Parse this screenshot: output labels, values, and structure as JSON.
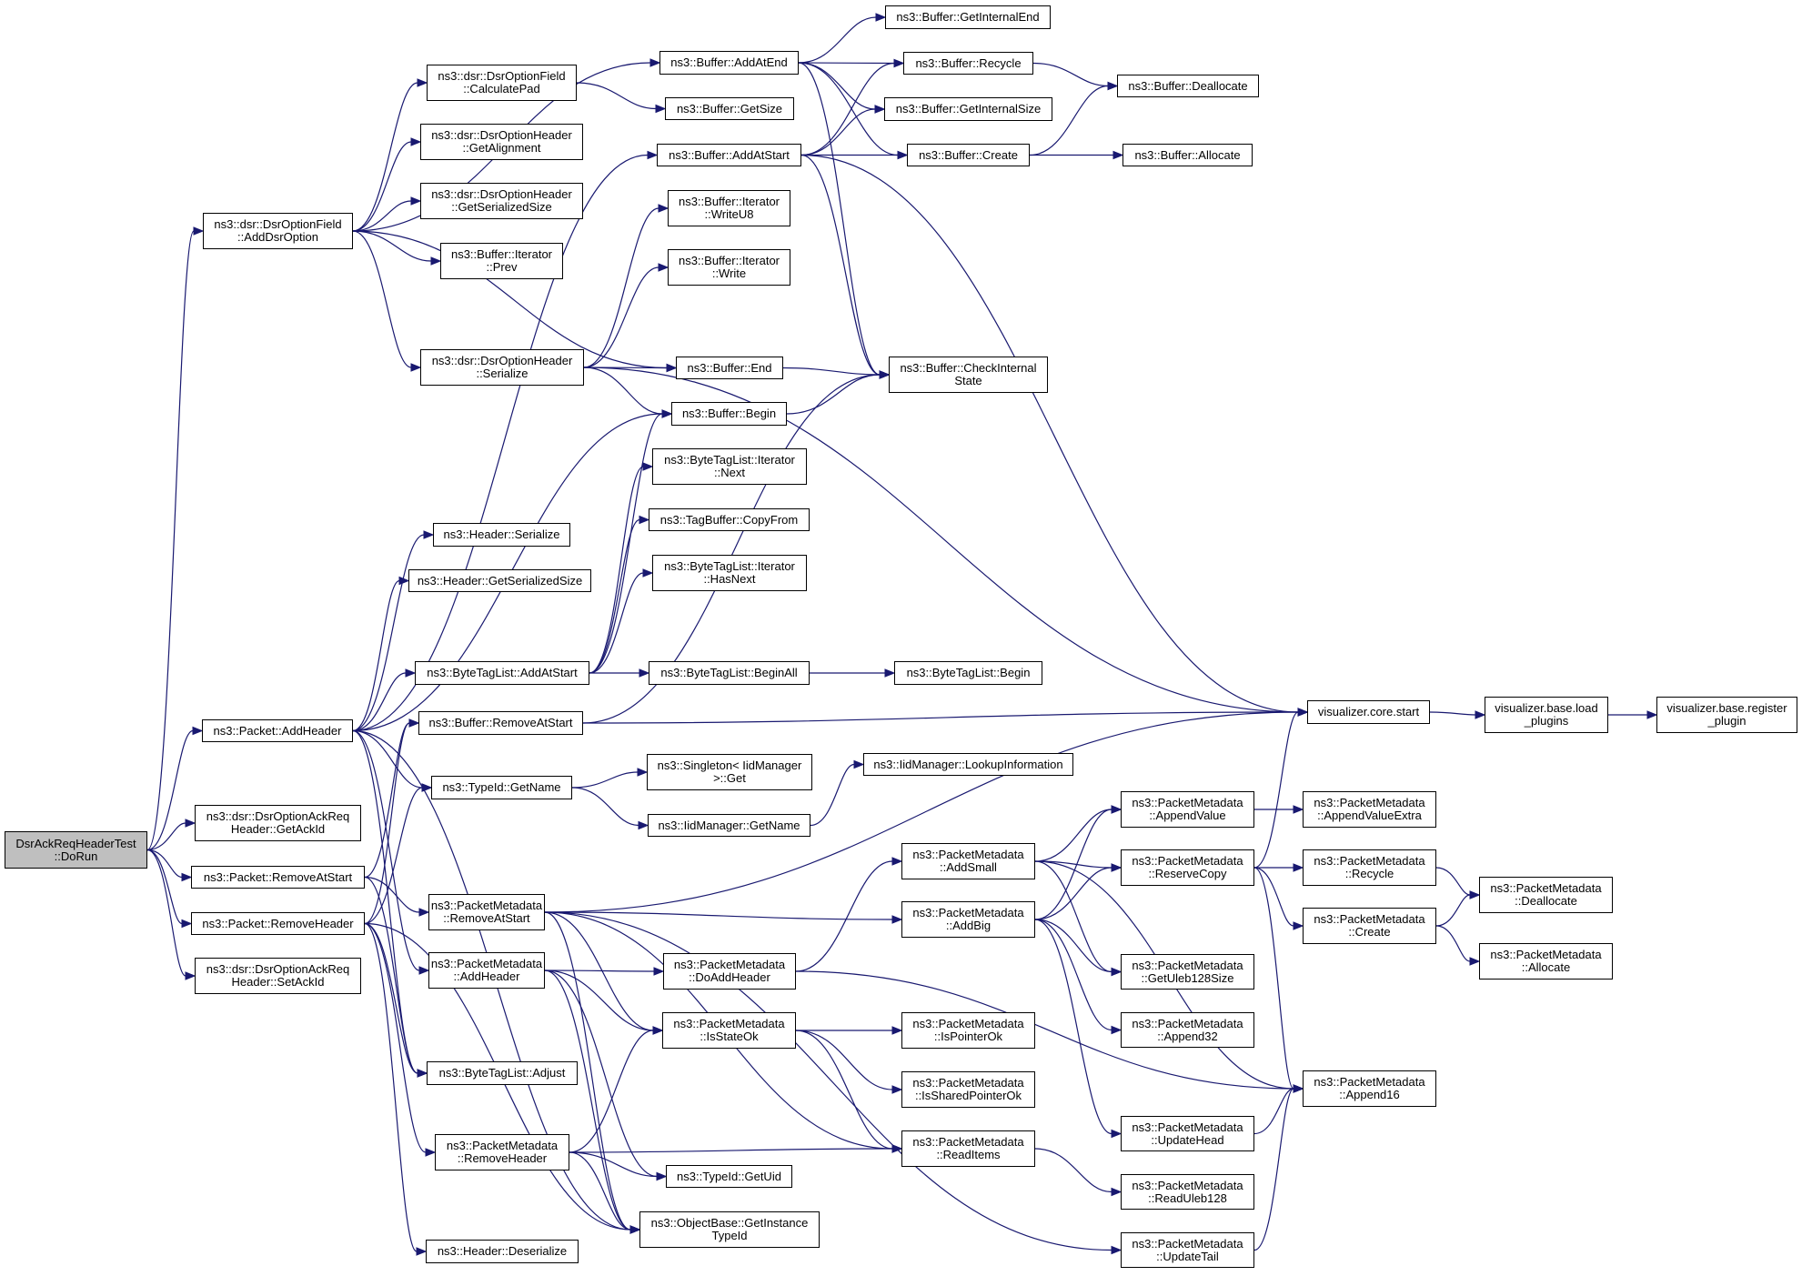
{
  "graph": {
    "title": "DsrAckReqHeaderTest::DoRun call graph",
    "colors": {
      "edge": "#191970",
      "node_border": "#000000",
      "root_fill": "#bfbfbf",
      "node_fill": "#ffffff"
    },
    "nodes": [
      {
        "id": "dorun",
        "label": "DsrAckReqHeaderTest\n::DoRun",
        "root": true
      },
      {
        "id": "adddsroption",
        "label": "ns3::dsr::DsrOptionField\n::AddDsrOption"
      },
      {
        "id": "pkt_addheader",
        "label": "ns3::Packet::AddHeader"
      },
      {
        "id": "getackid",
        "label": "ns3::dsr::DsrOptionAckReq\nHeader::GetAckId"
      },
      {
        "id": "pkt_removeatstart",
        "label": "ns3::Packet::RemoveAtStart"
      },
      {
        "id": "pkt_removeheader",
        "label": "ns3::Packet::RemoveHeader"
      },
      {
        "id": "setackid",
        "label": "ns3::dsr::DsrOptionAckReq\nHeader::SetAckId"
      },
      {
        "id": "calculatepad",
        "label": "ns3::dsr::DsrOptionField\n::CalculatePad"
      },
      {
        "id": "getalignment",
        "label": "ns3::dsr::DsrOptionHeader\n::GetAlignment"
      },
      {
        "id": "dsr_getserializedsize",
        "label": "ns3::dsr::DsrOptionHeader\n::GetSerializedSize"
      },
      {
        "id": "iter_prev",
        "label": "ns3::Buffer::Iterator\n::Prev"
      },
      {
        "id": "dsr_serialize",
        "label": "ns3::dsr::DsrOptionHeader\n::Serialize"
      },
      {
        "id": "hdr_serialize",
        "label": "ns3::Header::Serialize"
      },
      {
        "id": "hdr_getserializedsize",
        "label": "ns3::Header::GetSerializedSize"
      },
      {
        "id": "btl_addatstart",
        "label": "ns3::ByteTagList::AddAtStart"
      },
      {
        "id": "buf_removeatstart",
        "label": "ns3::Buffer::RemoveAtStart"
      },
      {
        "id": "typeid_getname",
        "label": "ns3::TypeId::GetName"
      },
      {
        "id": "pm_removeatstart",
        "label": "ns3::PacketMetadata\n::RemoveAtStart"
      },
      {
        "id": "pm_addheader",
        "label": "ns3::PacketMetadata\n::AddHeader"
      },
      {
        "id": "btl_adjust",
        "label": "ns3::ByteTagList::Adjust"
      },
      {
        "id": "pm_removeheader",
        "label": "ns3::PacketMetadata\n::RemoveHeader"
      },
      {
        "id": "hdr_deserialize",
        "label": "ns3::Header::Deserialize"
      },
      {
        "id": "buf_addatend",
        "label": "ns3::Buffer::AddAtEnd"
      },
      {
        "id": "buf_getsize",
        "label": "ns3::Buffer::GetSize"
      },
      {
        "id": "buf_addatstart",
        "label": "ns3::Buffer::AddAtStart"
      },
      {
        "id": "iter_writeu8",
        "label": "ns3::Buffer::Iterator\n::WriteU8"
      },
      {
        "id": "iter_write",
        "label": "ns3::Buffer::Iterator\n::Write"
      },
      {
        "id": "buf_end",
        "label": "ns3::Buffer::End"
      },
      {
        "id": "buf_begin",
        "label": "ns3::Buffer::Begin"
      },
      {
        "id": "btliter_next",
        "label": "ns3::ByteTagList::Iterator\n::Next"
      },
      {
        "id": "tagbuffer_copyfrom",
        "label": "ns3::TagBuffer::CopyFrom"
      },
      {
        "id": "btliter_hasnext",
        "label": "ns3::ByteTagList::Iterator\n::HasNext"
      },
      {
        "id": "btl_beginall",
        "label": "ns3::ByteTagList::BeginAll"
      },
      {
        "id": "singleton_get",
        "label": "ns3::Singleton< IidManager\n>::Get"
      },
      {
        "id": "iid_getname",
        "label": "ns3::IidManager::GetName"
      },
      {
        "id": "pm_doaddheader",
        "label": "ns3::PacketMetadata\n::DoAddHeader"
      },
      {
        "id": "pm_isstateok",
        "label": "ns3::PacketMetadata\n::IsStateOk"
      },
      {
        "id": "typeid_getuid",
        "label": "ns3::TypeId::GetUid"
      },
      {
        "id": "getinstancetypeid",
        "label": "ns3::ObjectBase::GetInstance\nTypeId"
      },
      {
        "id": "buf_getinternalend",
        "label": "ns3::Buffer::GetInternalEnd"
      },
      {
        "id": "buf_recycle",
        "label": "ns3::Buffer::Recycle"
      },
      {
        "id": "buf_getinternalsize",
        "label": "ns3::Buffer::GetInternalSize"
      },
      {
        "id": "buf_create",
        "label": "ns3::Buffer::Create"
      },
      {
        "id": "buf_checkinternalstate",
        "label": "ns3::Buffer::CheckInternal\nState"
      },
      {
        "id": "btl_begin",
        "label": "ns3::ByteTagList::Begin"
      },
      {
        "id": "iid_lookupinformation",
        "label": "ns3::IidManager::LookupInformation"
      },
      {
        "id": "pm_addsmall",
        "label": "ns3::PacketMetadata\n::AddSmall"
      },
      {
        "id": "pm_addbig",
        "label": "ns3::PacketMetadata\n::AddBig"
      },
      {
        "id": "pm_ispointerok",
        "label": "ns3::PacketMetadata\n::IsPointerOk"
      },
      {
        "id": "pm_issharedpointerok",
        "label": "ns3::PacketMetadata\n::IsSharedPointerOk"
      },
      {
        "id": "pm_readitems",
        "label": "ns3::PacketMetadata\n::ReadItems"
      },
      {
        "id": "buf_deallocate",
        "label": "ns3::Buffer::Deallocate"
      },
      {
        "id": "buf_allocate",
        "label": "ns3::Buffer::Allocate"
      },
      {
        "id": "pm_appendvalue",
        "label": "ns3::PacketMetadata\n::AppendValue"
      },
      {
        "id": "pm_reservecopy",
        "label": "ns3::PacketMetadata\n::ReserveCopy"
      },
      {
        "id": "pm_getuleb128size",
        "label": "ns3::PacketMetadata\n::GetUleb128Size"
      },
      {
        "id": "pm_append32",
        "label": "ns3::PacketMetadata\n::Append32"
      },
      {
        "id": "pm_updatehead",
        "label": "ns3::PacketMetadata\n::UpdateHead"
      },
      {
        "id": "pm_readuleb128",
        "label": "ns3::PacketMetadata\n::ReadUleb128"
      },
      {
        "id": "pm_updatetail",
        "label": "ns3::PacketMetadata\n::UpdateTail"
      },
      {
        "id": "vis_core_start",
        "label": "visualizer.core.start"
      },
      {
        "id": "pm_appendvalueextra",
        "label": "ns3::PacketMetadata\n::AppendValueExtra"
      },
      {
        "id": "pm_recycle",
        "label": "ns3::PacketMetadata\n::Recycle"
      },
      {
        "id": "pm_create",
        "label": "ns3::PacketMetadata\n::Create"
      },
      {
        "id": "pm_append16",
        "label": "ns3::PacketMetadata\n::Append16"
      },
      {
        "id": "vis_load_plugins",
        "label": "visualizer.base.load\n_plugins"
      },
      {
        "id": "vis_register_plugin",
        "label": "visualizer.base.register\n_plugin"
      },
      {
        "id": "pm_deallocate",
        "label": "ns3::PacketMetadata\n::Deallocate"
      },
      {
        "id": "pm_allocate",
        "label": "ns3::PacketMetadata\n::Allocate"
      }
    ],
    "edges": [
      [
        "dorun",
        "adddsroption"
      ],
      [
        "dorun",
        "pkt_addheader"
      ],
      [
        "dorun",
        "getackid"
      ],
      [
        "dorun",
        "pkt_removeatstart"
      ],
      [
        "dorun",
        "pkt_removeheader"
      ],
      [
        "dorun",
        "setackid"
      ],
      [
        "adddsroption",
        "buf_addatend"
      ],
      [
        "adddsroption",
        "calculatepad"
      ],
      [
        "adddsroption",
        "getalignment"
      ],
      [
        "adddsroption",
        "dsr_getserializedsize"
      ],
      [
        "adddsroption",
        "iter_prev"
      ],
      [
        "adddsroption",
        "dsr_serialize"
      ],
      [
        "adddsroption",
        "buf_end"
      ],
      [
        "calculatepad",
        "buf_getsize"
      ],
      [
        "dsr_serialize",
        "iter_writeu8"
      ],
      [
        "dsr_serialize",
        "iter_write"
      ],
      [
        "dsr_serialize",
        "buf_end"
      ],
      [
        "dsr_serialize",
        "buf_begin"
      ],
      [
        "dsr_serialize",
        "vis_core_start"
      ],
      [
        "pkt_addheader",
        "buf_addatstart"
      ],
      [
        "pkt_addheader",
        "buf_begin"
      ],
      [
        "pkt_addheader",
        "hdr_serialize"
      ],
      [
        "pkt_addheader",
        "hdr_getserializedsize"
      ],
      [
        "pkt_addheader",
        "btl_addatstart"
      ],
      [
        "pkt_addheader",
        "typeid_getname"
      ],
      [
        "pkt_addheader",
        "pm_addheader"
      ],
      [
        "pkt_addheader",
        "btl_adjust"
      ],
      [
        "pkt_addheader",
        "getinstancetypeid"
      ],
      [
        "pkt_removeatstart",
        "buf_removeatstart"
      ],
      [
        "pkt_removeatstart",
        "pm_removeatstart"
      ],
      [
        "pkt_removeatstart",
        "btl_adjust"
      ],
      [
        "pkt_removeheader",
        "buf_removeatstart"
      ],
      [
        "pkt_removeheader",
        "typeid_getname"
      ],
      [
        "pkt_removeheader",
        "btl_adjust"
      ],
      [
        "pkt_removeheader",
        "pm_removeheader"
      ],
      [
        "pkt_removeheader",
        "hdr_deserialize"
      ],
      [
        "pkt_removeheader",
        "getinstancetypeid"
      ],
      [
        "btl_addatstart",
        "btliter_next"
      ],
      [
        "btl_addatstart",
        "tagbuffer_copyfrom"
      ],
      [
        "btl_addatstart",
        "btliter_hasnext"
      ],
      [
        "btl_addatstart",
        "btl_beginall"
      ],
      [
        "btl_addatstart",
        "buf_begin"
      ],
      [
        "btl_beginall",
        "btl_begin"
      ],
      [
        "buf_removeatstart",
        "buf_checkinternalstate"
      ],
      [
        "buf_removeatstart",
        "vis_core_start"
      ],
      [
        "typeid_getname",
        "singleton_get"
      ],
      [
        "typeid_getname",
        "iid_getname"
      ],
      [
        "iid_getname",
        "iid_lookupinformation"
      ],
      [
        "pm_removeatstart",
        "vis_core_start"
      ],
      [
        "pm_removeatstart",
        "pm_addbig"
      ],
      [
        "pm_removeatstart",
        "pm_isstateok"
      ],
      [
        "pm_removeatstart",
        "pm_readitems"
      ],
      [
        "pm_removeatstart",
        "pm_updatetail"
      ],
      [
        "pm_removeatstart",
        "getinstancetypeid"
      ],
      [
        "pm_addheader",
        "pm_doaddheader"
      ],
      [
        "pm_addheader",
        "pm_isstateok"
      ],
      [
        "pm_addheader",
        "typeid_getuid"
      ],
      [
        "pm_addheader",
        "getinstancetypeid"
      ],
      [
        "pm_removeheader",
        "pm_isstateok"
      ],
      [
        "pm_removeheader",
        "typeid_getuid"
      ],
      [
        "pm_removeheader",
        "getinstancetypeid"
      ],
      [
        "pm_removeheader",
        "pm_readitems"
      ],
      [
        "pm_doaddheader",
        "pm_addsmall"
      ],
      [
        "pm_doaddheader",
        "pm_append16"
      ],
      [
        "pm_isstateok",
        "pm_ispointerok"
      ],
      [
        "pm_isstateok",
        "pm_issharedpointerok"
      ],
      [
        "pm_isstateok",
        "pm_readitems"
      ],
      [
        "pm_readitems",
        "pm_readuleb128"
      ],
      [
        "buf_addatend",
        "buf_getinternalend"
      ],
      [
        "buf_addatend",
        "buf_recycle"
      ],
      [
        "buf_addatend",
        "buf_getinternalsize"
      ],
      [
        "buf_addatend",
        "buf_create"
      ],
      [
        "buf_addatend",
        "buf_checkinternalstate"
      ],
      [
        "buf_addatstart",
        "buf_recycle"
      ],
      [
        "buf_addatstart",
        "buf_getinternalsize"
      ],
      [
        "buf_addatstart",
        "buf_create"
      ],
      [
        "buf_addatstart",
        "buf_checkinternalstate"
      ],
      [
        "buf_addatstart",
        "vis_core_start"
      ],
      [
        "buf_recycle",
        "buf_deallocate"
      ],
      [
        "buf_create",
        "buf_deallocate"
      ],
      [
        "buf_create",
        "buf_allocate"
      ],
      [
        "buf_end",
        "buf_checkinternalstate"
      ],
      [
        "buf_begin",
        "buf_checkinternalstate"
      ],
      [
        "pm_addsmall",
        "pm_appendvalue"
      ],
      [
        "pm_addsmall",
        "pm_reservecopy"
      ],
      [
        "pm_addsmall",
        "pm_getuleb128size"
      ],
      [
        "pm_addsmall",
        "pm_append16"
      ],
      [
        "pm_addbig",
        "pm_appendvalue"
      ],
      [
        "pm_addbig",
        "pm_reservecopy"
      ],
      [
        "pm_addbig",
        "pm_getuleb128size"
      ],
      [
        "pm_addbig",
        "pm_append32"
      ],
      [
        "pm_addbig",
        "pm_updatehead"
      ],
      [
        "pm_appendvalue",
        "pm_appendvalueextra"
      ],
      [
        "pm_reservecopy",
        "vis_core_start"
      ],
      [
        "pm_reservecopy",
        "pm_recycle"
      ],
      [
        "pm_reservecopy",
        "pm_create"
      ],
      [
        "pm_reservecopy",
        "pm_append16"
      ],
      [
        "pm_updatehead",
        "pm_append16"
      ],
      [
        "pm_updatetail",
        "pm_append16"
      ],
      [
        "pm_recycle",
        "pm_deallocate"
      ],
      [
        "pm_create",
        "pm_deallocate"
      ],
      [
        "pm_create",
        "pm_allocate"
      ],
      [
        "vis_core_start",
        "vis_load_plugins"
      ],
      [
        "vis_load_plugins",
        "vis_register_plugin"
      ]
    ]
  }
}
